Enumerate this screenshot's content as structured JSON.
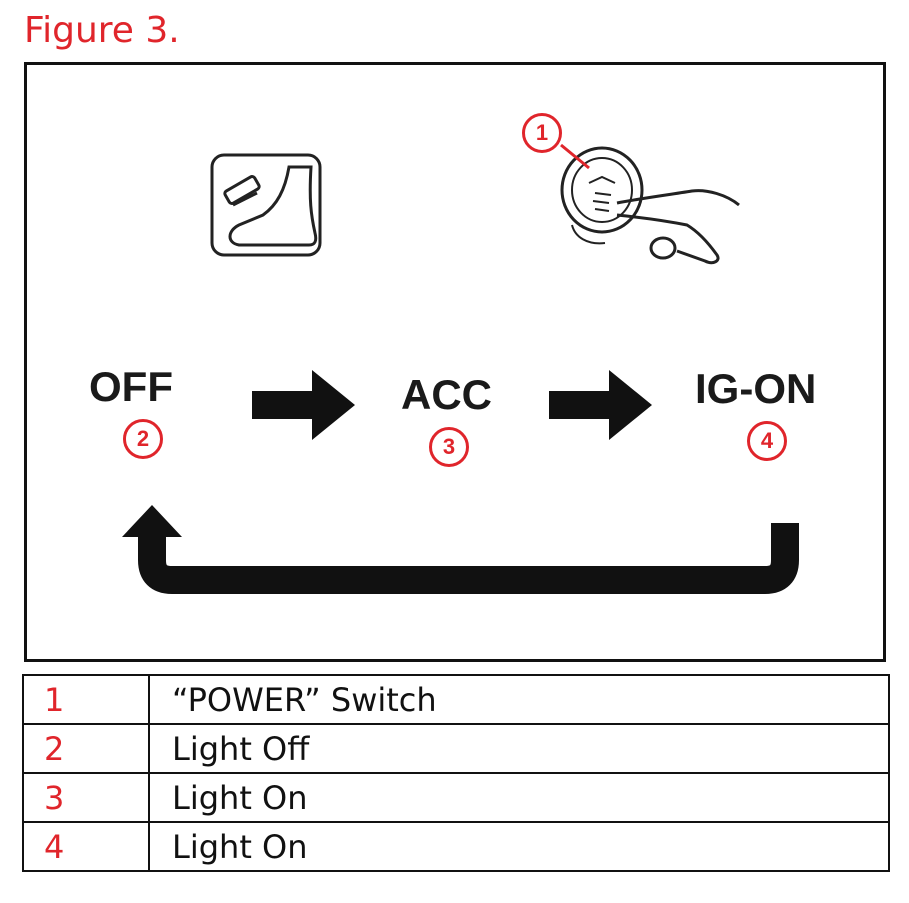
{
  "figure": {
    "title": "Figure 3."
  },
  "diagram": {
    "states": [
      {
        "label": "OFF",
        "number": "2"
      },
      {
        "label": "ACC",
        "number": "3"
      },
      {
        "label": "IG-ON",
        "number": "4"
      }
    ],
    "button_callout": {
      "number": "1"
    },
    "icons": [
      "brake-pedal-icon",
      "power-button-press-icon",
      "arrow-right-icon",
      "return-arrow-icon"
    ],
    "accent_color": "#e0252b"
  },
  "legend": {
    "rows": [
      {
        "num": "1",
        "desc": "“POWER” Switch"
      },
      {
        "num": "2",
        "desc": "Light Off"
      },
      {
        "num": "3",
        "desc": "Light On"
      },
      {
        "num": "4",
        "desc": "Light On"
      }
    ]
  }
}
